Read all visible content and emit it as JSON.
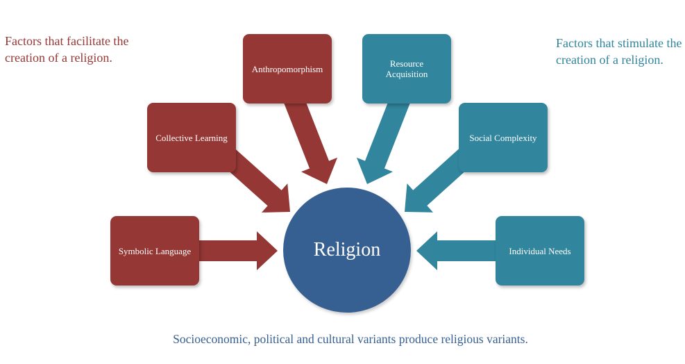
{
  "notes": {
    "left": "Factors that facilitate the creation of a religion.",
    "right": "Factors that stimulate the creation of a religion."
  },
  "center": "Religion",
  "facilitating_factors": [
    "Symbolic Language",
    "Collective Learning",
    "Anthropomorphism"
  ],
  "stimulating_factors": [
    "Resource Acquisition",
    "Social Complexity",
    "Individual Needs"
  ],
  "footer": "Socioeconomic, political and cultural variants produce religious variants.",
  "colors": {
    "facilitate": "#953735",
    "stimulate": "#31859c",
    "center": "#376092"
  }
}
